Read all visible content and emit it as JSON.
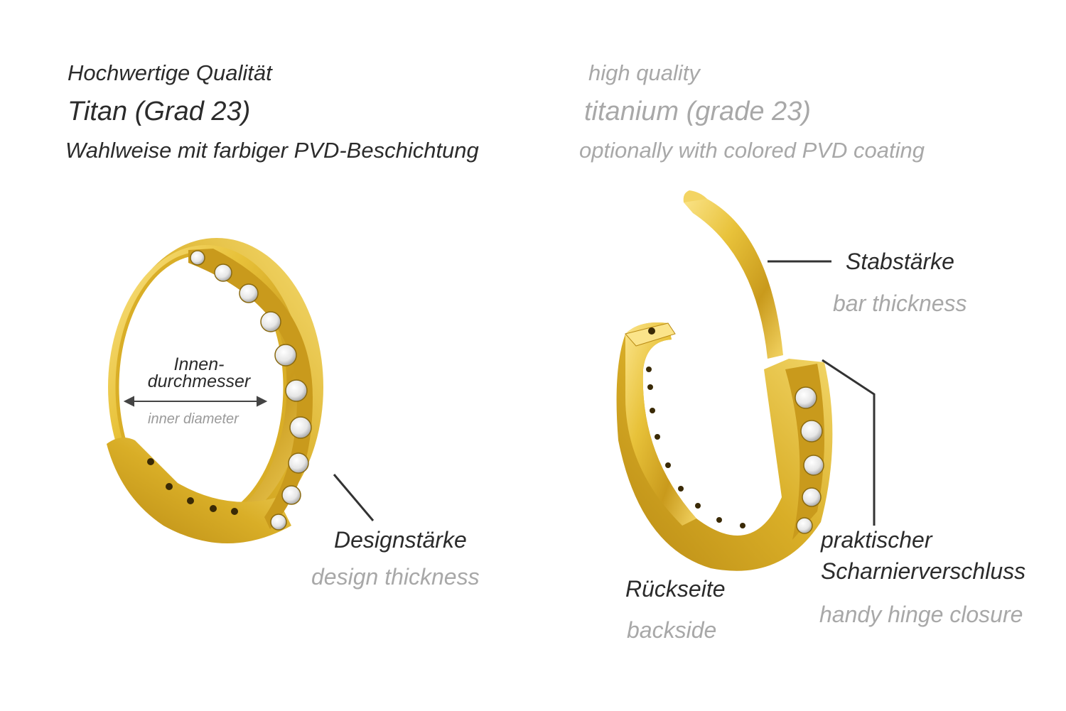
{
  "header": {
    "de_line1": "Hochwertige Qualität",
    "de_line2": "Titan (Grad 23)",
    "de_line3": "Wahlweise mit farbiger PVD-Beschichtung",
    "en_line1": "high quality",
    "en_line2": "titanium (grade 23)",
    "en_line3": "optionally with colored PVD coating"
  },
  "left_ring": {
    "inner_diameter_de_1": "Innen-",
    "inner_diameter_de_2": "durchmesser",
    "inner_diameter_en": "inner diameter",
    "design_thickness_de": "Designstärke",
    "design_thickness_en": "design thickness"
  },
  "right_ring": {
    "bar_thickness_de": "Stabstärke",
    "bar_thickness_en": "bar thickness",
    "backside_de": "Rückseite",
    "backside_en": "backside",
    "hinge_de_1": "praktischer",
    "hinge_de_2": "Scharnierverschluss",
    "hinge_en": "handy hinge closure"
  },
  "colors": {
    "gold": "#e8c23a",
    "gold_dark": "#b98a14",
    "gold_light": "#fbe48a",
    "label_dark": "#2b2b2b",
    "label_light": "#a8a8a8"
  }
}
